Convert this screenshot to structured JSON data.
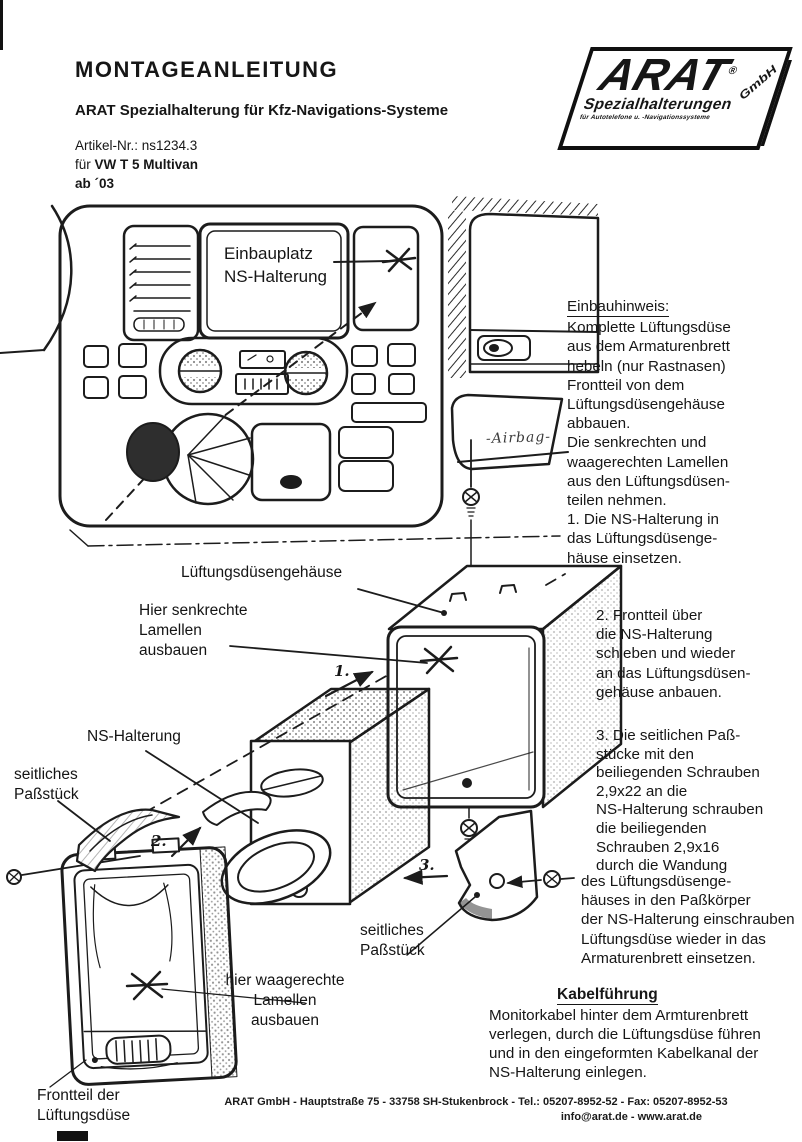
{
  "header": {
    "title": "MONTAGEANLEITUNG",
    "subtitle": "ARAT Spezialhalterung für Kfz-Navigations-Systeme",
    "article_no": "Artikel-Nr.: ns1234.3",
    "vehicle_prefix": "für ",
    "vehicle": "VW T 5 Multivan",
    "year": "ab ´03"
  },
  "logo": {
    "brand": "ARAT",
    "registered": "®",
    "gmbh": "GmbH",
    "line1": "Spezialhalterungen",
    "line2": "für Autotelefone u. -Navigationssysteme"
  },
  "diagram": {
    "labels": {
      "einbauplatz": [
        "Einbauplatz",
        "NS-Halterung"
      ],
      "gehaeuse": "Lüftungsdüsengehäuse",
      "senkrechte": [
        "Hier senkrechte",
        "Lamellen",
        "ausbauen"
      ],
      "ns_halterung": "NS-Halterung",
      "passstueck_left": [
        "seitliches",
        "Paßstück"
      ],
      "waagerechte": [
        "hier waagerechte",
        "Lamellen",
        "ausbauen"
      ],
      "passstueck_right": [
        "seitliches",
        "Paßstück"
      ],
      "frontteil": [
        "Frontteil der",
        "Lüftungsdüse"
      ],
      "airbag_note": "-Airbag-",
      "step1": "1.",
      "step2": "2.",
      "step3": "3."
    }
  },
  "instructions": {
    "einbauhinweis_title": "Einbauhinweis:",
    "einbauhinweis_body": "Komplette Lüftungsdüse\naus dem Armaturenbrett\nhebeln (nur Rastnasen)\nFrontteil von dem\nLüftungsdüsengehäuse\nabbauen.\nDie senkrechten und\nwaagerechten Lamellen\naus den Lüftungsdüsen-\nteilen nehmen.\n1. Die NS-Halterung  in\ndas Lüftungsdüsenge-\nhäuse einsetzen.",
    "step2": "2. Frontteil über\ndie NS-Halterung\nschieben und wieder\nan das Lüftungsdüsen-\ngehäuse anbauen.",
    "step3_part1": "3. Die seitlichen Paß-\nstücke mit den\nbeiliegenden Schrauben\n2,9x22 an die\nNS-Halterung schrauben\ndie beiliegenden\nSchrauben  2,9x16\ndurch die Wandung",
    "step3_part2": "des Lüftungsdüsenge-\nhäuses in den Paßkörper\nder NS-Halterung  einschrauben\nLüftungsdüse wieder in das\nArmaturenbrett einsetzen.",
    "kabel_title": "Kabelführung",
    "kabel_body": "Monitorkabel hinter dem Armturenbrett\nverlegen, durch die Lüftungsdüse führen\nund in den eingeformten Kabelkanal der\nNS-Halterung  einlegen."
  },
  "footer": {
    "line1": "ARAT GmbH  -  Hauptstraße 75  -  33758 SH-Stukenbrock  -  Tel.: 05207-8952-52  -  Fax: 05207-8952-53",
    "line2": "info@arat.de  -  www.arat.de"
  }
}
